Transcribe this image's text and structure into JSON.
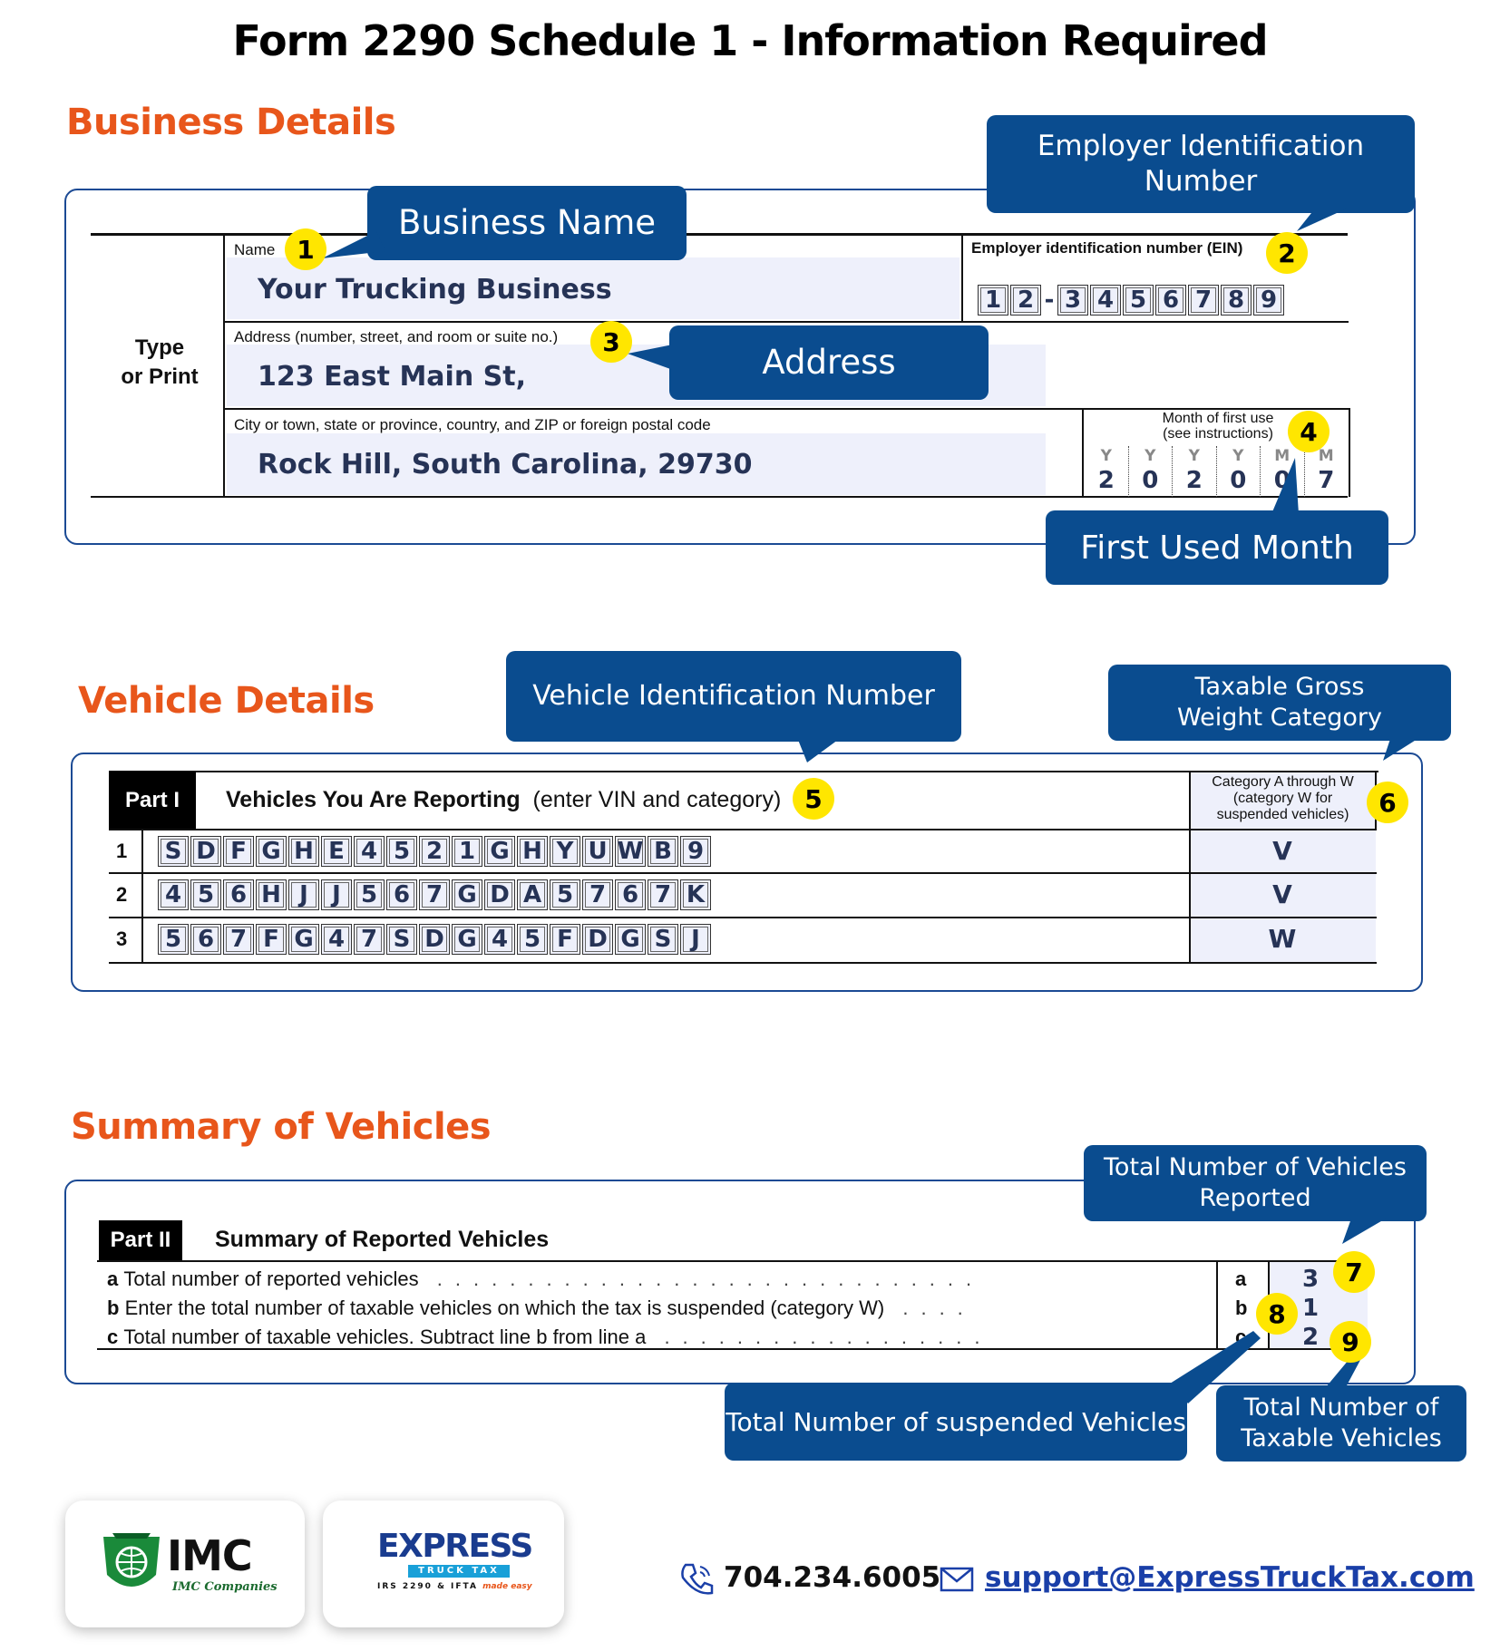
{
  "title": "Form 2290 Schedule 1 - Information Required",
  "business": {
    "heading": "Business Details",
    "type_or_print": [
      "Type",
      "or Print"
    ],
    "name_label": "Name",
    "name_value": "Your Trucking Business",
    "ein_label": "Employer identification number (EIN)",
    "ein_digits": [
      "1",
      "2",
      "-",
      "3",
      "4",
      "5",
      "6",
      "7",
      "8",
      "9"
    ],
    "address_label": "Address (number, street, and room or suite no.)",
    "address_value": "123 East Main St,",
    "city_label": "City or town, state or province, country, and ZIP or foreign postal code",
    "city_value": "Rock Hill, South Carolina, 29730",
    "month_label_1": "Month of first use",
    "month_label_2": "(see instructions)",
    "month_letters": [
      "Y",
      "Y",
      "Y",
      "Y",
      "M",
      "M"
    ],
    "month_digits": [
      "2",
      "0",
      "2",
      "0",
      "0",
      "7"
    ],
    "callouts": {
      "name": "Business Name",
      "ein": [
        "Employer Identification",
        "Number"
      ],
      "address": "Address",
      "first_used": "First Used Month"
    }
  },
  "vehicles": {
    "heading": "Vehicle Details",
    "part_tag": "Part I",
    "part_title": "Vehicles You Are Reporting",
    "part_subtitle": "(enter VIN and category)",
    "category_header": [
      "Category A through W",
      "(category W for",
      "suspended vehicles)"
    ],
    "rows": [
      {
        "num": "1",
        "vin": [
          "S",
          "D",
          "F",
          "G",
          "H",
          "E",
          "4",
          "5",
          "2",
          "1",
          "G",
          "H",
          "Y",
          "U",
          "W",
          "B",
          "9"
        ],
        "category": "V"
      },
      {
        "num": "2",
        "vin": [
          "4",
          "5",
          "6",
          "H",
          "J",
          "J",
          "5",
          "6",
          "7",
          "G",
          "D",
          "A",
          "5",
          "7",
          "6",
          "7",
          "K"
        ],
        "category": "V"
      },
      {
        "num": "3",
        "vin": [
          "5",
          "6",
          "7",
          "F",
          "G",
          "4",
          "7",
          "S",
          "D",
          "G",
          "4",
          "5",
          "F",
          "D",
          "G",
          "S",
          "J"
        ],
        "category": "W"
      }
    ],
    "callouts": {
      "vin": "Vehicle Identification Number",
      "weight": [
        "Taxable Gross",
        "Weight Category"
      ]
    }
  },
  "summary": {
    "heading": "Summary of Vehicles",
    "part_tag": "Part II",
    "part_title": "Summary of Reported Vehicles",
    "lines": [
      {
        "letter": "a",
        "text": "Total number of reported vehicles",
        "box": "a",
        "value": "3"
      },
      {
        "letter": "b",
        "text": "Enter the total number of taxable vehicles on which the tax is suspended (category W)",
        "box": "b",
        "value": "1"
      },
      {
        "letter": "c",
        "text": "Total number of taxable vehicles. Subtract line b from line a",
        "box": "c",
        "value": "2"
      }
    ],
    "callouts": {
      "total": [
        "Total Number of Vehicles",
        "Reported"
      ],
      "suspended": "Total Number of suspended Vehicles",
      "taxable": [
        "Total Number of",
        "Taxable Vehicles"
      ]
    }
  },
  "badges": [
    "1",
    "2",
    "3",
    "4",
    "5",
    "6",
    "7",
    "8",
    "9"
  ],
  "footer": {
    "imc_logo": "IMC",
    "imc_sub": "IMC Companies",
    "express_logo": "EXPRESS",
    "express_sub": "TRUCK TAX",
    "express_tag": "IRS 2290 & IFTA",
    "express_tag2": "made easy",
    "phone": "704.234.6005",
    "email": "support@ExpressTruckTax.com"
  },
  "colors": {
    "accent": "#e8561b",
    "callout": "#0a4c8f",
    "badge": "#ffe600",
    "panel_border": "#1b4a94",
    "fill": "#eef0fb",
    "link": "#1a3fa8"
  }
}
